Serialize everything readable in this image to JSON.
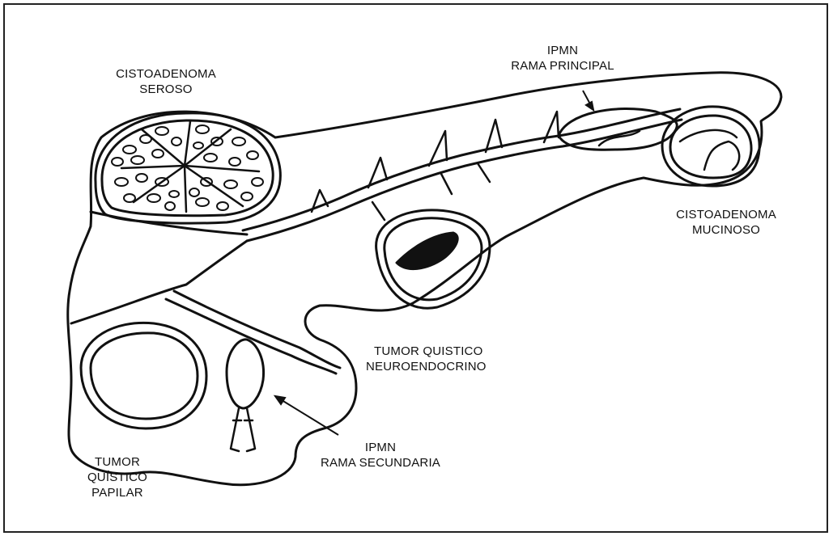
{
  "diagram": {
    "labels": {
      "serous": {
        "line1": "CISTOADENOMA",
        "line2": "SEROSO"
      },
      "main_duct": {
        "line1": "IPMN",
        "line2": "RAMA PRINCIPAL"
      },
      "mucinous": {
        "line1": "CISTOADENOMA",
        "line2": "MUCINOSO"
      },
      "neuroendocrine": {
        "line1": "TUMOR QUISTICO",
        "line2": "NEUROENDOCRINO"
      },
      "branch_duct": {
        "line1": "IPMN",
        "line2": "RAMA SECUNDARIA"
      },
      "papillary": {
        "line1": "TUMOR",
        "line2": "QUÍSTICO",
        "line3": "PAPILAR"
      }
    },
    "colors": {
      "stroke": "#111111",
      "background": "#ffffff"
    }
  }
}
